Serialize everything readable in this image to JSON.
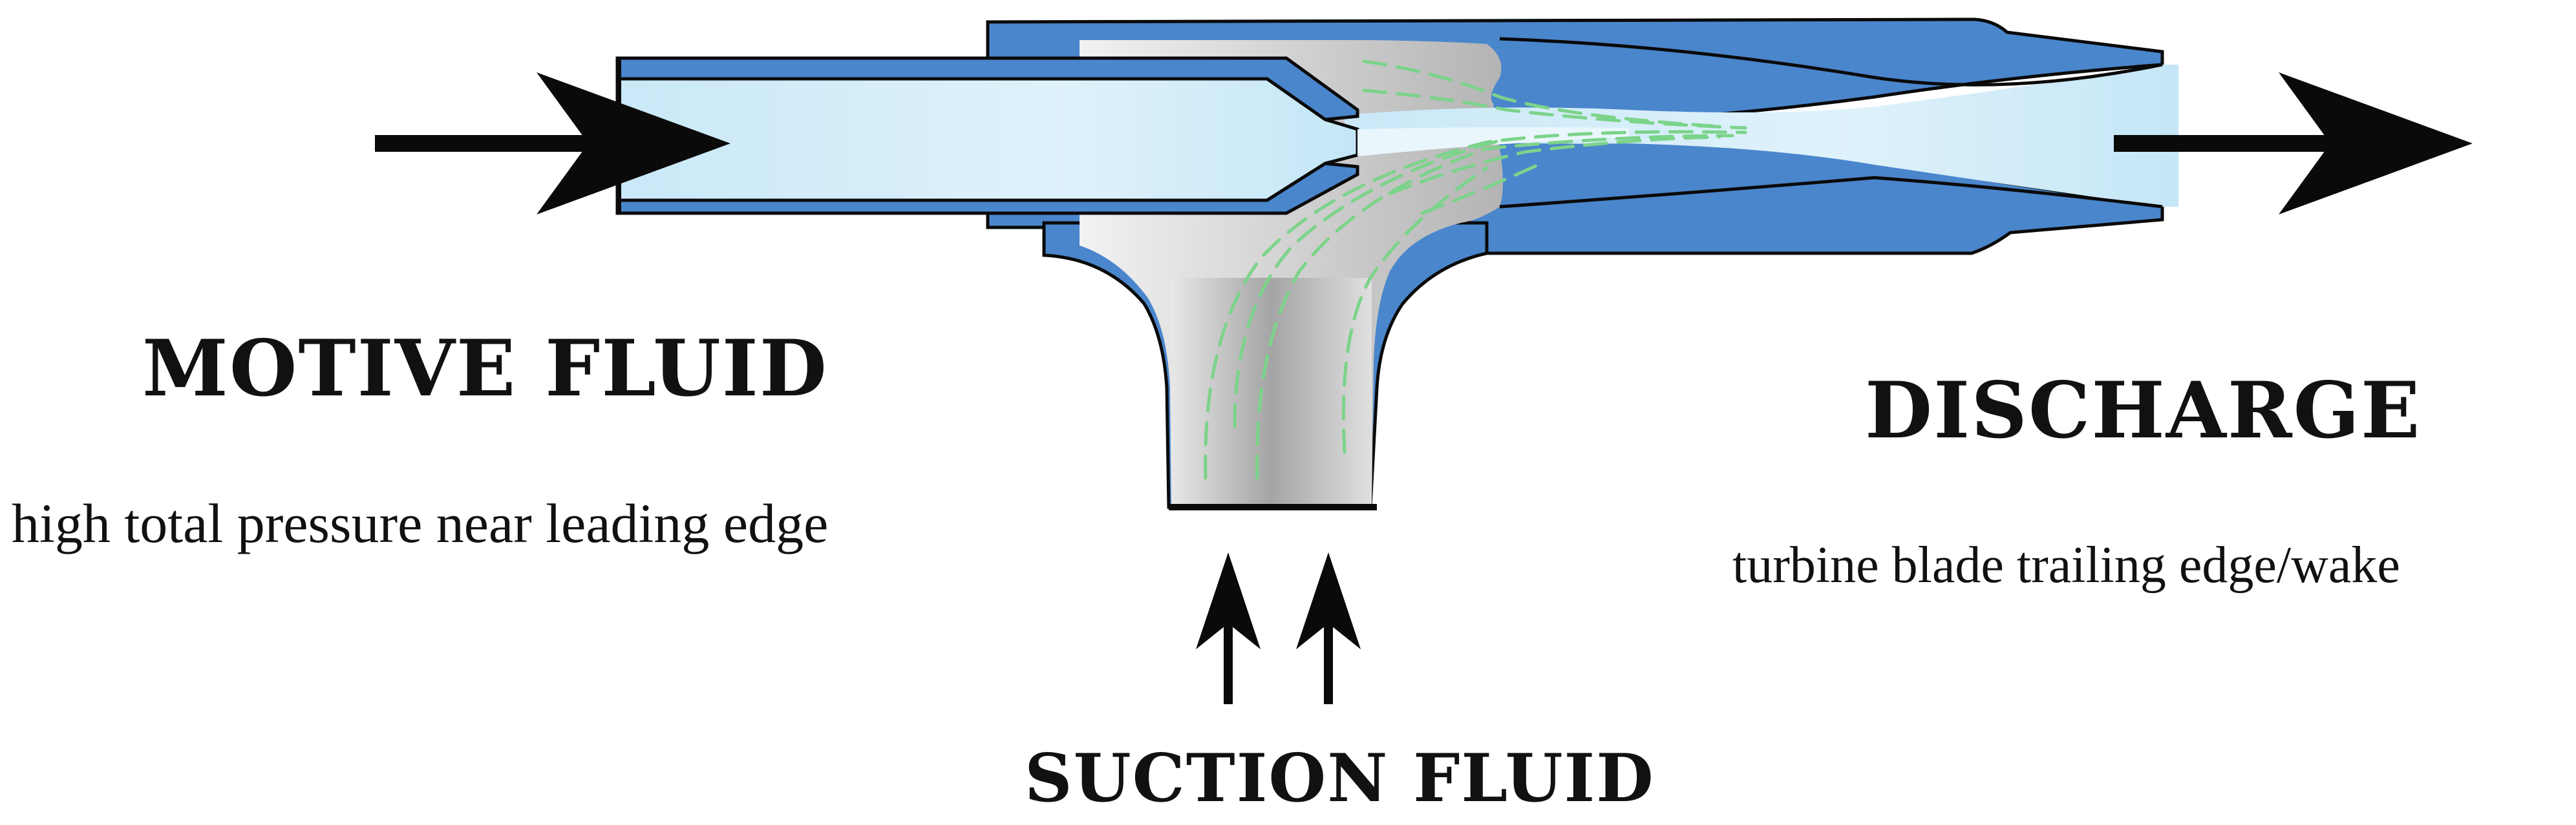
{
  "labels": {
    "motive_title": "MOTIVE FLUID",
    "motive_subtitle": "high total pressure near leading edge",
    "discharge_title": "DISCHARGE",
    "discharge_subtitle": "turbine blade trailing edge/wake",
    "suction_title": "SUCTION FLUID"
  },
  "colors": {
    "body_blue": "#4a86cc",
    "fluid_light": "#cfeaf8",
    "mixing_gray": "#bdbdbd",
    "flow_lines": "#7cd38a",
    "outline": "#0a0a0a"
  },
  "icons": {
    "inlet_arrow": "right-arrow-icon",
    "outlet_arrow": "right-arrow-icon",
    "suction_arrows": "up-arrow-icon"
  }
}
